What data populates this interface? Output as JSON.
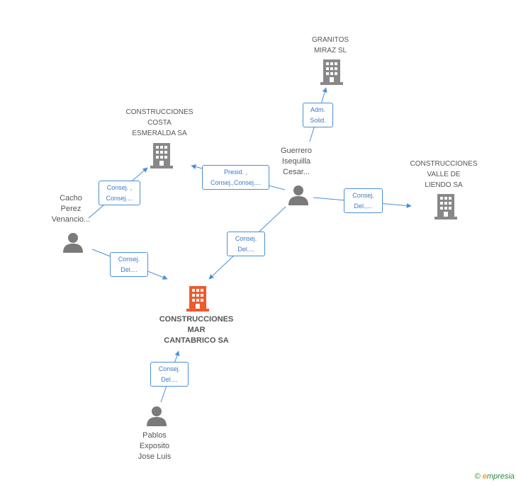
{
  "colors": {
    "edge": "#4a8fd9",
    "company_icon": "#888888",
    "main_company_icon": "#f05a2c",
    "person_icon": "#7a7a7a"
  },
  "nodes": {
    "granitos": "GRANITOS\nMIRAZ SL",
    "costa": "CONSTRUCCIONES\nCOSTA\nESMERALDA SA",
    "valle": "CONSTRUCCIONES\nVALLE DE\nLIENDO SA",
    "main": "CONSTRUCCIONES\nMAR\nCANTABRICO SA",
    "guerrero": "Guerrero\nIsequilla\nCesar...",
    "cacho": "Cacho\nPerez\nVenancio...",
    "pablos": "Pablos\nExposito\nJose Luis"
  },
  "edges": {
    "guerrero_granitos": "Adm.\nSolid.",
    "guerrero_costa": "Presid. ,\nConsej.,Consej....",
    "guerrero_valle": "Consej.\nDel.,...",
    "guerrero_main": "Consej.\nDel....",
    "cacho_costa": "Consej. ,\nConsej....",
    "cacho_main": "Consej.\nDel....",
    "pablos_main": "Consej.\nDel...."
  },
  "footer": {
    "copyright": "©",
    "brand_initial": "e",
    "brand_rest": "mpresia"
  }
}
